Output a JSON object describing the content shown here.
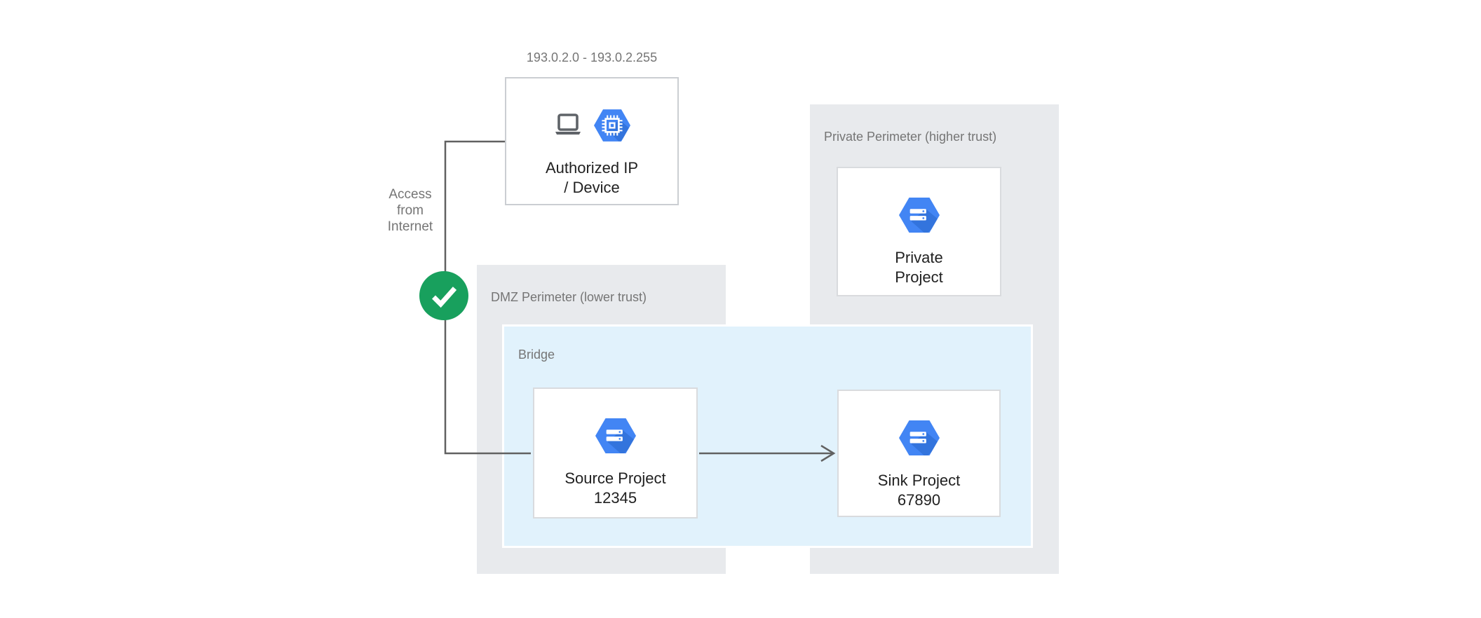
{
  "labels": {
    "ip_range": "193.0.2.0 - 193.0.2.255",
    "access": "Access from Internet",
    "dmz_perimeter": "DMZ Perimeter (lower trust)",
    "private_perimeter": "Private Perimeter (higher trust)",
    "bridge": "Bridge"
  },
  "nodes": {
    "authorized": {
      "line1": "Authorized IP",
      "line2": "/ Device",
      "icons": [
        "laptop-icon",
        "chip-hexagon-icon"
      ]
    },
    "source": {
      "line1": "Source Project",
      "line2": "12345",
      "icon": "project-hexagon-icon"
    },
    "sink": {
      "line1": "Sink Project",
      "line2": "67890",
      "icon": "project-hexagon-icon"
    },
    "private": {
      "line1": "Private",
      "line2": "Project",
      "icon": "project-hexagon-icon"
    }
  },
  "status": {
    "badge_icon": "check-icon",
    "badge_meaning": "access allowed"
  },
  "colors": {
    "perimeter_fill": "#E8EAED",
    "bridge_fill": "#E1F2FC",
    "hexagon_blue": "#4285F4",
    "hexagon_shadow": "#0D47A1",
    "check_green": "#18A05D",
    "line_gray": "#616161",
    "label_gray": "#757575",
    "text_dark": "#212121",
    "icon_gray": "#5F6368"
  }
}
